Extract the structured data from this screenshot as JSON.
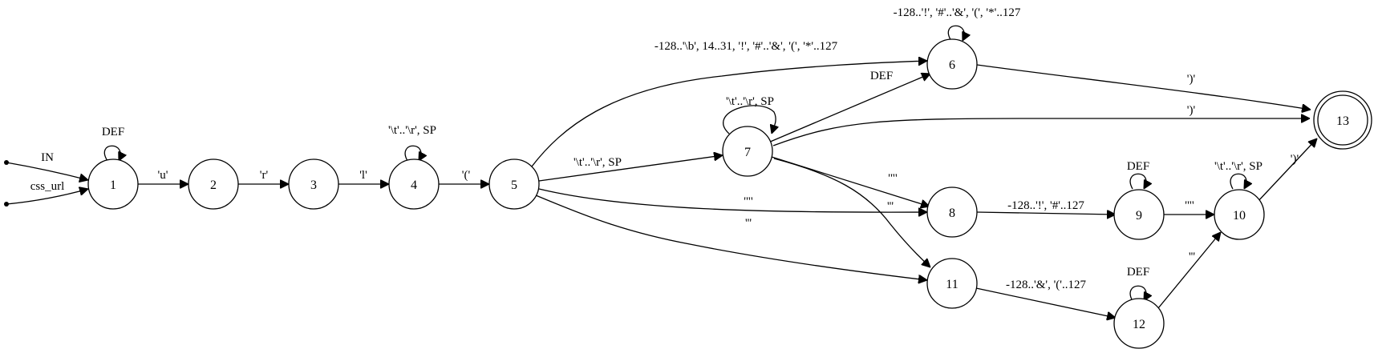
{
  "diagram": {
    "states": [
      {
        "id": "1",
        "label": "1"
      },
      {
        "id": "2",
        "label": "2"
      },
      {
        "id": "3",
        "label": "3"
      },
      {
        "id": "4",
        "label": "4"
      },
      {
        "id": "5",
        "label": "5"
      },
      {
        "id": "6",
        "label": "6"
      },
      {
        "id": "7",
        "label": "7"
      },
      {
        "id": "8",
        "label": "8"
      },
      {
        "id": "9",
        "label": "9"
      },
      {
        "id": "10",
        "label": "10"
      },
      {
        "id": "11",
        "label": "11"
      },
      {
        "id": "12",
        "label": "12"
      },
      {
        "id": "13",
        "label": "13",
        "accepting": true
      }
    ],
    "entry_labels": [
      "IN",
      "css_url"
    ],
    "transitions": [
      {
        "from": "1",
        "to": "1",
        "label": "DEF"
      },
      {
        "from": "1",
        "to": "2",
        "label": "'u'"
      },
      {
        "from": "2",
        "to": "3",
        "label": "'r'"
      },
      {
        "from": "3",
        "to": "4",
        "label": "'l'"
      },
      {
        "from": "4",
        "to": "4",
        "label": "'\\t'..'\\r', SP"
      },
      {
        "from": "4",
        "to": "5",
        "label": "'('"
      },
      {
        "from": "5",
        "to": "6",
        "label": "-128..'\\b', 14..31, '!', '#'..'&', '(', '*'..127"
      },
      {
        "from": "5",
        "to": "7",
        "label": "'\\t'..'\\r', SP"
      },
      {
        "from": "5",
        "to": "8",
        "label": "'\"'"
      },
      {
        "from": "5",
        "to": "11",
        "label": "'''"
      },
      {
        "from": "6",
        "to": "6",
        "label": "-128..'!', '#'..'&', '(', '*'..127"
      },
      {
        "from": "6",
        "to": "13",
        "label": "')'"
      },
      {
        "from": "7",
        "to": "6",
        "label": "DEF"
      },
      {
        "from": "7",
        "to": "7",
        "label": "'\\t'..'\\r', SP"
      },
      {
        "from": "7",
        "to": "13",
        "label": "')'"
      },
      {
        "from": "7",
        "to": "8",
        "label": "'\"'"
      },
      {
        "from": "7",
        "to": "11",
        "label": "'''"
      },
      {
        "from": "8",
        "to": "9",
        "label": "-128..'!', '#'..127"
      },
      {
        "from": "9",
        "to": "9",
        "label": "DEF"
      },
      {
        "from": "9",
        "to": "10",
        "label": "'\"'"
      },
      {
        "from": "10",
        "to": "10",
        "label": "'\\t'..'\\r', SP"
      },
      {
        "from": "10",
        "to": "13",
        "label": "')'"
      },
      {
        "from": "11",
        "to": "12",
        "label": "-128..'&', '('..127"
      },
      {
        "from": "12",
        "to": "12",
        "label": "DEF"
      },
      {
        "from": "12",
        "to": "10",
        "label": "'''"
      }
    ]
  }
}
